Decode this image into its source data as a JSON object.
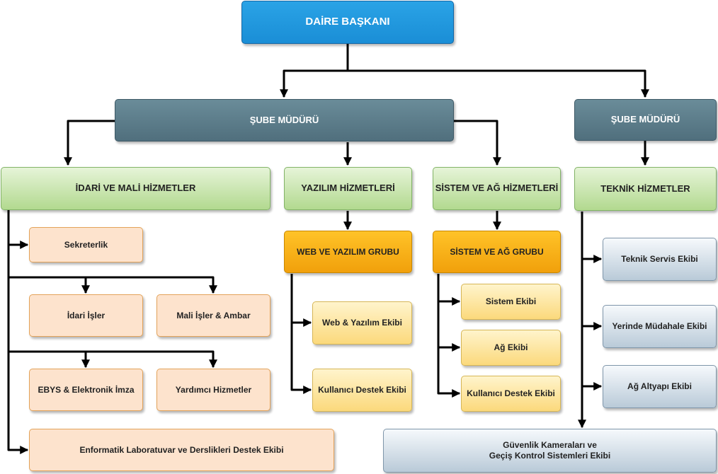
{
  "nodes": {
    "head": "DAİRE BAŞKANI",
    "manager_1": "ŞUBE MÜDÜRÜ",
    "manager_2": "ŞUBE MÜDÜRÜ",
    "admin_finance": "İDARİ VE MALİ HİZMETLER",
    "software": "YAZILIM HİZMETLERİ",
    "system_network": "SİSTEM VE AĞ HİZMETLERİ",
    "technical": "TEKNİK HİZMETLER",
    "secretariat": "Sekreterlik",
    "admin_affairs": "İdari İşler",
    "finance_depot": "Mali İşler & Ambar",
    "ebys": "EBYS & Elektronik İmza",
    "auxiliary": "Yardımcı Hizmetler",
    "it_labs": "Enformatik Laboratuvar ve Derslikleri Destek Ekibi",
    "web_software_group": "WEB VE YAZILIM GRUBU",
    "web_software_team": "Web & Yazılım Ekibi",
    "user_support_sw": "Kullanıcı Destek Ekibi",
    "system_network_group": "SİSTEM VE AĞ GRUBU",
    "system_team": "Sistem Ekibi",
    "network_team": "Ağ Ekibi",
    "user_support_net": "Kullanıcı Destek Ekibi",
    "tech_service": "Teknik Servis Ekibi",
    "onsite_response": "Yerinde Müdahale Ekibi",
    "network_infra": "Ağ Altyapı Ekibi",
    "security_line1": "Güvenlik Kameraları ve",
    "security_line2": "Geçiş Kontrol Sistemleri Ekibi"
  }
}
